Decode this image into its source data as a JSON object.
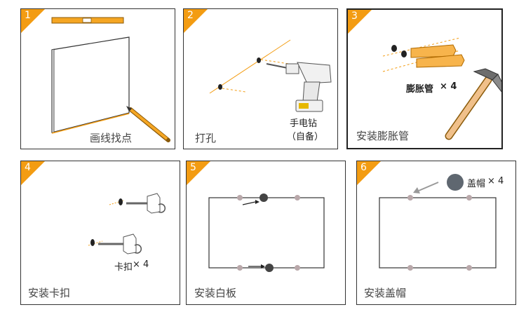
{
  "steps": [
    {
      "number": "1",
      "caption": "画线找点"
    },
    {
      "number": "2",
      "caption": "打孔",
      "tool_label": "手电钻",
      "tool_note": "（自备）"
    },
    {
      "number": "3",
      "caption": "安装膨胀管",
      "part_label": "膨胀管",
      "part_qty": "× 4"
    },
    {
      "number": "4",
      "caption": "安装卡扣",
      "part_label": "卡扣",
      "part_qty": "× 4"
    },
    {
      "number": "5",
      "caption": "安装白板"
    },
    {
      "number": "6",
      "caption": "安装盖帽",
      "part_label": "盖帽",
      "part_qty": "× 4"
    }
  ],
  "colors": {
    "accent": "#f39c12",
    "stroke": "#333333",
    "mark": "#b9a8aa",
    "cap": "#5f6770"
  }
}
